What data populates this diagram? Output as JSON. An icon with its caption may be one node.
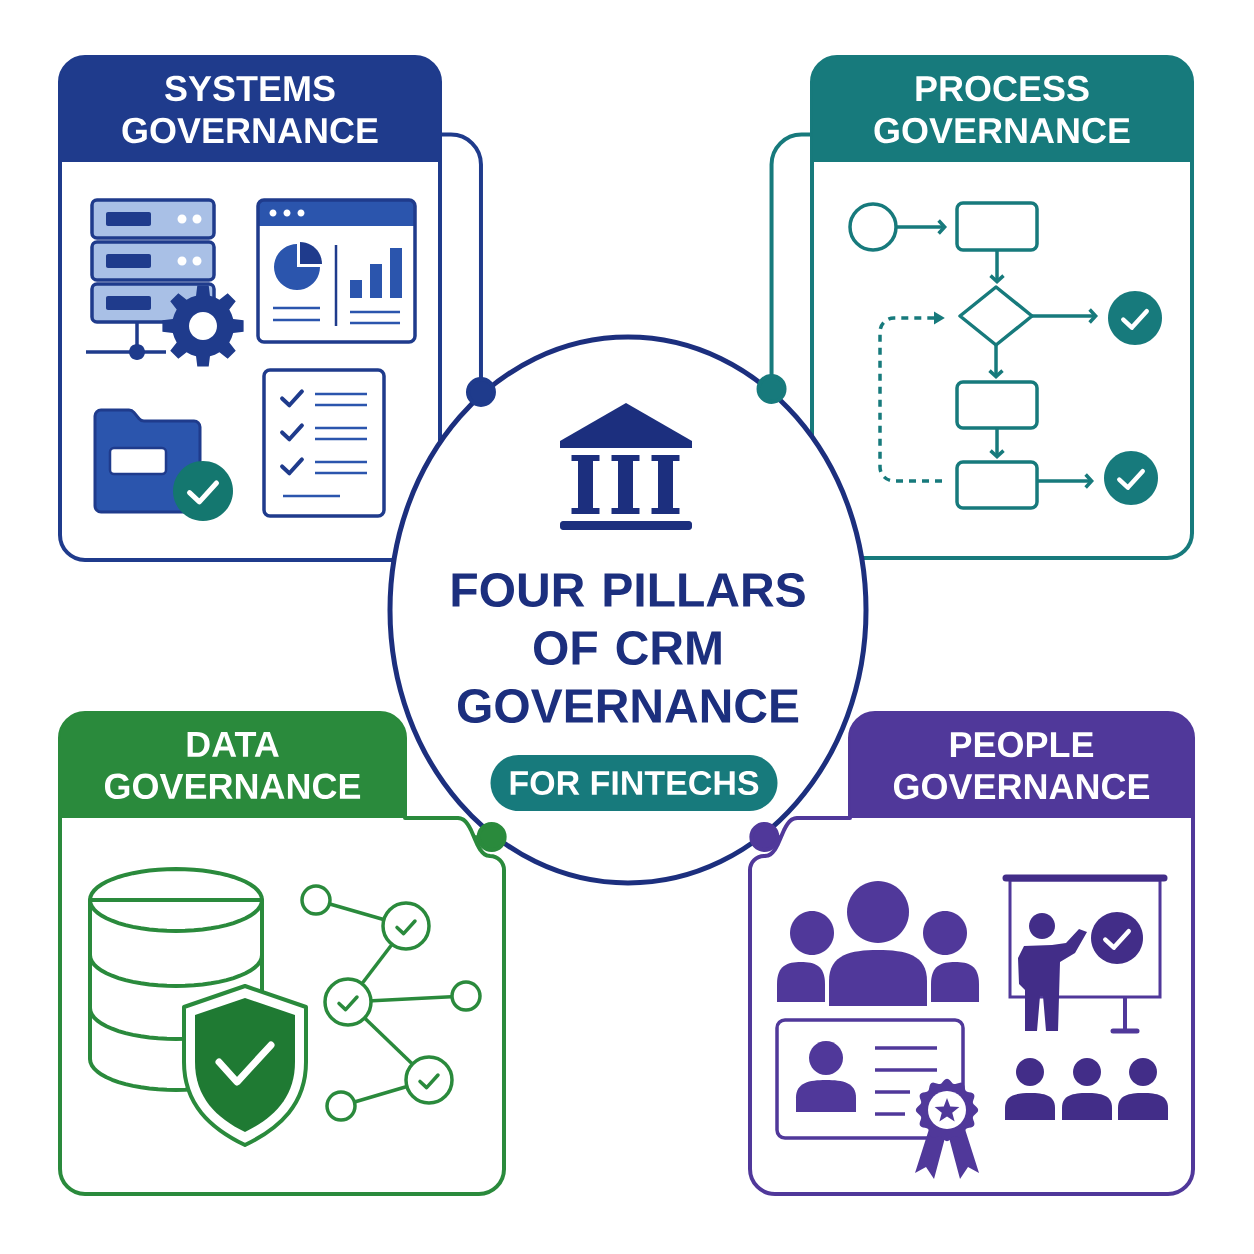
{
  "diagram": {
    "nodes": [
      {
        "text": [
          "SYSTEMS GOVERNANCE"
        ]
      },
      {
        "text": [
          "PROCESS GOVERNANCE"
        ]
      },
      {
        "text": [
          "FOUR PILLARS OF CRM GOVERNANCE"
        ]
      },
      {
        "text": [
          "FOR FINTECHS"
        ],
        "in": 2
      },
      {
        "text": [
          "DATA GOVERNANCE"
        ]
      },
      {
        "text": [
          "PEOPLE GOVERNANCE"
        ]
      }
    ],
    "edges": [
      {
        "from": 0,
        "to": 2,
        "arrow": "other",
        "color": "#1f3b8c"
      },
      {
        "from": 1,
        "to": 2,
        "arrow": "other",
        "color": "#177a7c"
      },
      {
        "from": 4,
        "to": 2,
        "arrow": "other",
        "color": "#2a8a3c"
      },
      {
        "from": 5,
        "to": 2,
        "arrow": "other",
        "color": "#50389a"
      }
    ]
  }
}
